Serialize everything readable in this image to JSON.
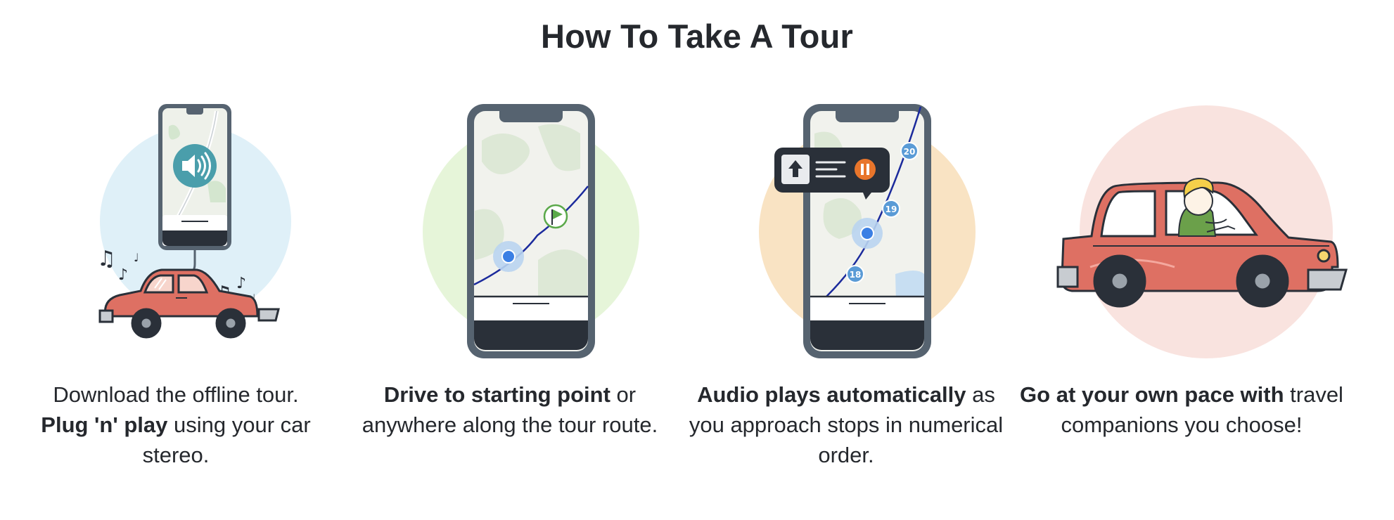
{
  "title": "How To Take A Tour",
  "steps": [
    {
      "bold_lead": "",
      "text_a": "Download the offline tour.",
      "bold": "Plug 'n' play",
      "text_b": " using your car stereo."
    },
    {
      "bold": "Drive to starting point",
      "text": " or anywhere along the tour route."
    },
    {
      "bold": "Audio plays automatically",
      "text": " as you approach stops in numerical order."
    },
    {
      "bold": "Go at your own pace with",
      "text": " travel companions you choose!"
    }
  ],
  "stop_badges": [
    "20",
    "19",
    "18"
  ],
  "icons": [
    "speaker-icon",
    "music-note-icon",
    "flag-icon",
    "location-dot-icon",
    "upload-arrow-icon",
    "text-lines-icon",
    "pause-icon"
  ],
  "colors": {
    "circle_blue": "#dff0f8",
    "circle_green": "#e6f5d9",
    "circle_orange": "#f9e3c3",
    "circle_pink": "#f9e3df",
    "car_red": "#de7063",
    "phone_frame": "#566370",
    "phone_dark": "#2a3039",
    "teal": "#4a9eab",
    "route_blue": "#1b2a9c",
    "badge_blue": "#5a9bd6",
    "pause_orange": "#e8752b",
    "flag_green": "#5ba94a"
  }
}
